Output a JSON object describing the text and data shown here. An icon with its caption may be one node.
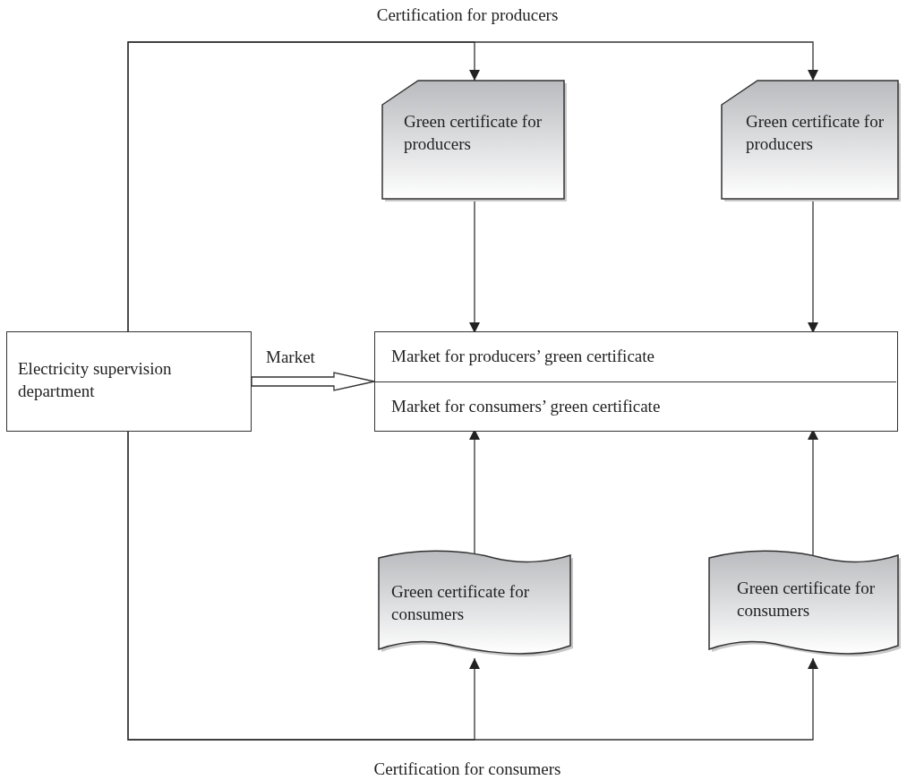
{
  "diagram": {
    "nodes": [
      {
        "text": [
          "Electricity supervision department"
        ]
      },
      {
        "text": [],
        "shape": "box"
      },
      {
        "text": [
          "Market for producers’ green certificate"
        ],
        "in": 1
      },
      {
        "text": [
          "Market for consumers’ green certificate"
        ],
        "in": 1
      },
      {
        "text": [
          "Green certificate for producers"
        ]
      },
      {
        "text": [
          "Green certificate for producers"
        ]
      },
      {
        "text": [
          "Green certificate for consumers"
        ]
      },
      {
        "text": [
          "Green certificate for consumers"
        ]
      }
    ],
    "edges": [
      {
        "from": 0,
        "to": 4,
        "arrow": "to"
      },
      {
        "from": 0,
        "to": 5,
        "arrow": "to"
      },
      {
        "from": 0,
        "to": 6,
        "arrow": "to"
      },
      {
        "from": 0,
        "to": 7,
        "arrow": "to"
      },
      {
        "from": 0,
        "to": 1,
        "arrow": "to",
        "label": "Market",
        "style": "thick"
      },
      {
        "from": 4,
        "to": 2,
        "arrow": "to"
      },
      {
        "from": 5,
        "to": 2,
        "arrow": "to"
      },
      {
        "from": 6,
        "to": 3,
        "arrow": "to"
      },
      {
        "from": 7,
        "to": 3,
        "arrow": "to"
      }
    ],
    "labels": [
      "Certification for producers",
      "Certification for consumers"
    ]
  }
}
